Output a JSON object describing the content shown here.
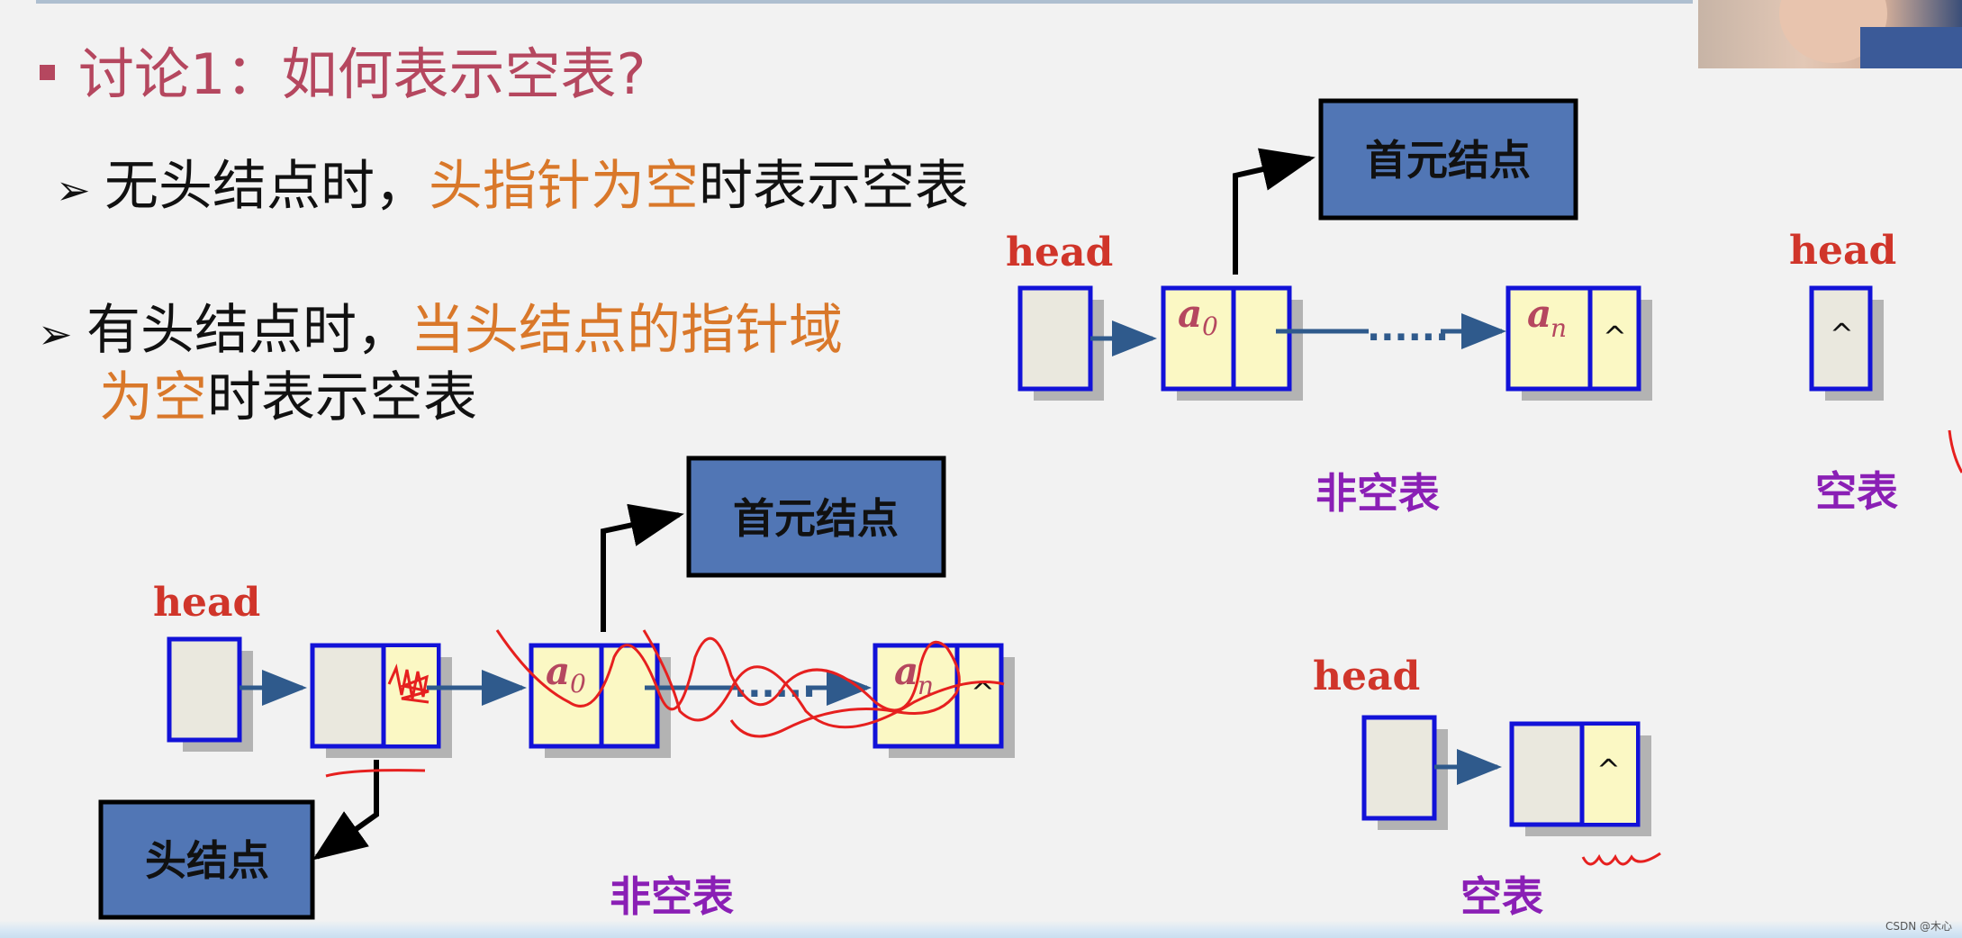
{
  "slide": {
    "title": "讨论1：如何表示空表?",
    "bullet1": {
      "text": "无头结点时，",
      "highlight": "头指针为空",
      "tail": "时表示空表"
    },
    "bullet2": {
      "text": "有头结点时，",
      "highlight1": "当头结点的指针域",
      "highlight2": "为空",
      "tail": "时表示空表"
    }
  },
  "labels": {
    "head": "head",
    "first_node": "首元结点",
    "head_node": "头结点",
    "non_empty": "非空表",
    "empty": "空表",
    "a0": "a",
    "a0_sub": "0",
    "an": "a",
    "an_sub": "n",
    "null_ptr": "^",
    "dots": "......"
  },
  "colors": {
    "title": "#b5475f",
    "highlight": "#d9782a",
    "head_label": "#d0352a",
    "list_caption": "#8a1fb5",
    "node_border": "#1212d8",
    "node_fill": "#eae8de",
    "data_fill": "#fbf8c4",
    "arrow": "#2f5a8c",
    "box_fill": "#5176b5",
    "annotation": "#e6201f"
  },
  "watermark": "CSDN @木心"
}
